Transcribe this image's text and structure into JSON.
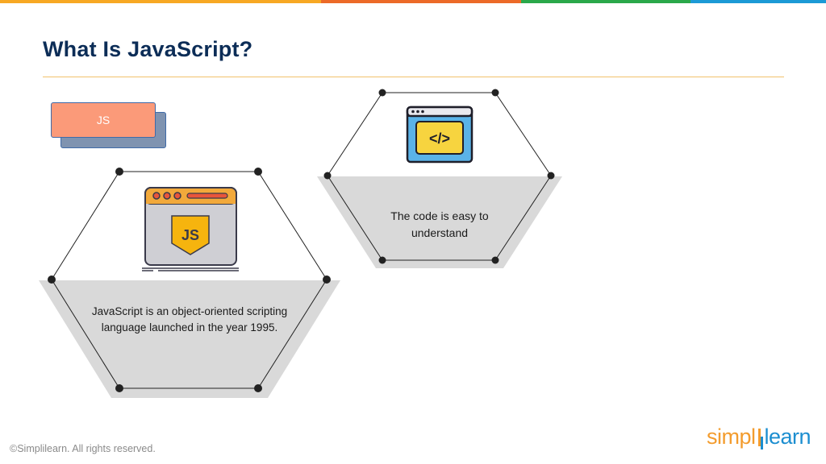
{
  "slide": {
    "title": "What Is JavaScript?",
    "tag_label": "JS",
    "footer_copyright": "©Simplilearn. All rights reserved.",
    "logo": {
      "part1": "simpl",
      "part2": "learn"
    }
  },
  "colors": {
    "title": "#0c2d57",
    "accent_orange": "#f7a823",
    "accent_red": "#ec6a28",
    "accent_green": "#2aa84a",
    "accent_blue": "#1c9ad6",
    "tag_front": "#fb9a79",
    "tag_back": "#7f93b0",
    "hex_fill": "#d9d9d9"
  },
  "hexagons": [
    {
      "icon": "js-browser-window-icon",
      "icon_text": "JS",
      "text": "JavaScript is an object-oriented scripting language launched in the year 1995."
    },
    {
      "icon": "code-browser-window-icon",
      "icon_text": "</>",
      "text": "The code is easy to understand"
    }
  ]
}
